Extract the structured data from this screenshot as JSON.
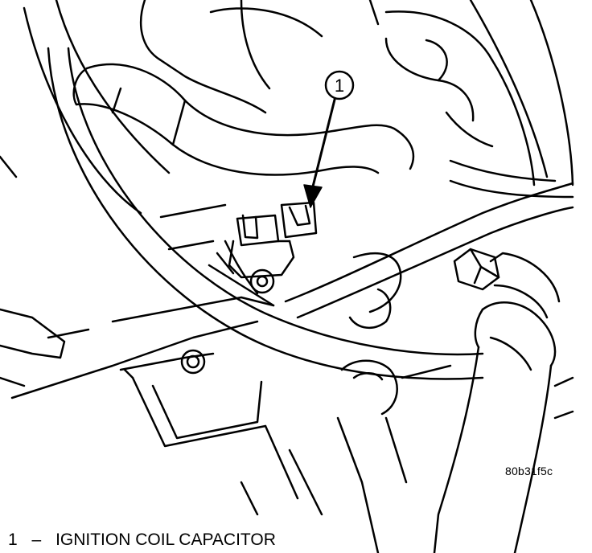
{
  "figure": {
    "code": "80b31f5c",
    "callouts": [
      {
        "number": "1"
      }
    ]
  },
  "legend": {
    "items": [
      {
        "number": "1",
        "separator": "–",
        "label": "IGNITION COIL CAPACITOR"
      }
    ]
  },
  "colors": {
    "line": "#000000",
    "background": "#ffffff"
  }
}
